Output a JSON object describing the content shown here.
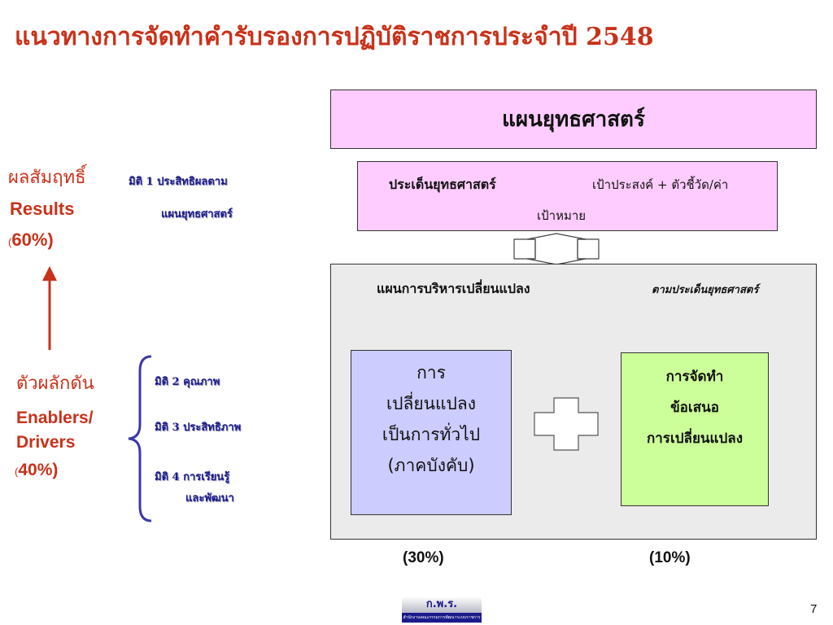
{
  "title": "แนวทางการจัดทำคำรับรองการปฏิบัติราชการประจำปี 2548",
  "results": {
    "thai": "ผลสัมฤทธิ์",
    "english": "Results",
    "percent_open": "(",
    "percent_value": "60%)"
  },
  "dimension1": {
    "line1": "มิติ 1 ประสิทธิผลตาม",
    "line2": "แผนยุทธศาสตร์"
  },
  "enablers": {
    "thai": "ตัวผลักดัน",
    "english_line1": "Enablers/",
    "english_line2": "Drivers",
    "percent_open": "(",
    "percent_value": "40%)"
  },
  "dimensions": [
    {
      "label": "มิติ 2 คุณภาพ"
    },
    {
      "label": "มิติ 3 ประสิทธิภาพ"
    },
    {
      "label_line1": "มิติ 4 การเรียนรู้",
      "label_line2": "และพัฒนา"
    }
  ],
  "strategic_plan": "แผนยุทธศาสตร์",
  "strategic_issues": {
    "left": "ประเด็นยุทธศาสตร์",
    "right": "เป้าประสงค์ + ตัวชี้วัด/ค่า",
    "line2": "เป้าหมาย"
  },
  "change_plan": {
    "left": "แผนการบริหารเปลี่ยนแปลง",
    "right": "ตามประเด็นยุทธศาสตร์"
  },
  "general_change": {
    "line1": "การ",
    "line2": "เปลี่ยนแปลง",
    "line3": "เป็นการทั่วไป",
    "line4": "(ภาคบังคับ)"
  },
  "proposal": {
    "line1": "การจัดทำ",
    "line2": "ข้อเสนอ",
    "line3": "การเปลี่ยนแปลง"
  },
  "percent_30": "(30%)",
  "percent_10": "(10%)",
  "logo_text": "ก.พ.ร.",
  "logo_subtext": "สำนักงานคณะกรรมการพัฒนาระบบราชการ",
  "page_number": "7",
  "colors": {
    "title": "#c8321a",
    "navy": "#1a1a8a",
    "pink": "#ffccff",
    "panel_gray": "#ebebeb",
    "lavender": "#ccccff",
    "light_green": "#ccff99"
  }
}
